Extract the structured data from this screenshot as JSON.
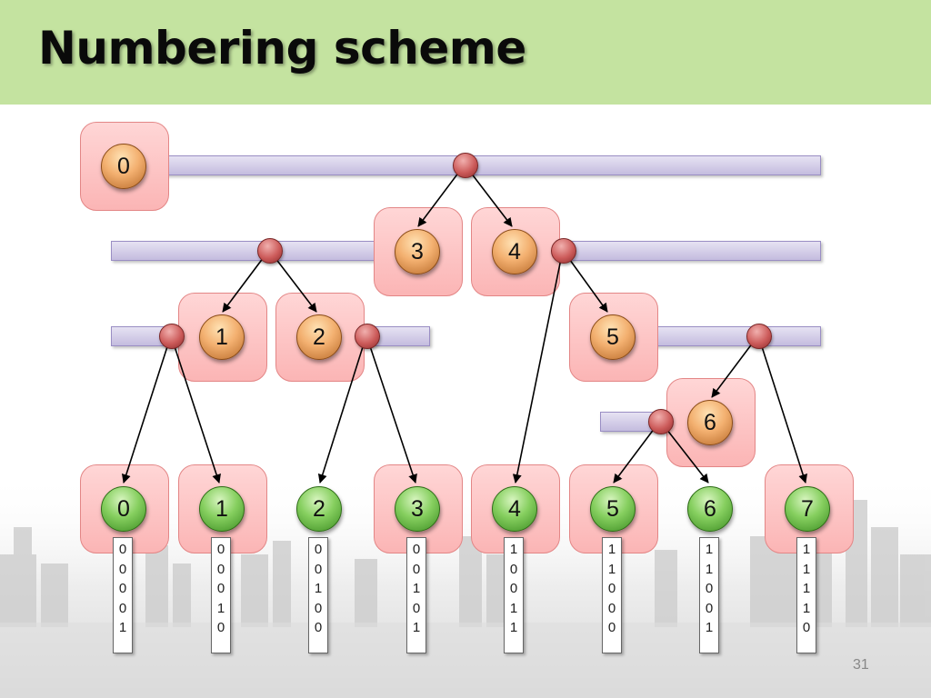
{
  "slide": {
    "title": "Numbering scheme",
    "page_number": "31"
  },
  "internal_nodes": [
    "0",
    "1",
    "2",
    "3",
    "4",
    "5",
    "6"
  ],
  "leaf_nodes": [
    "0",
    "1",
    "2",
    "3",
    "4",
    "5",
    "6",
    "7"
  ],
  "leaf_codes": [
    [
      "0",
      "0",
      "0",
      "0",
      "1"
    ],
    [
      "0",
      "0",
      "0",
      "1",
      "0"
    ],
    [
      "0",
      "0",
      "1",
      "0",
      "0"
    ],
    [
      "0",
      "0",
      "1",
      "0",
      "1"
    ],
    [
      "1",
      "0",
      "0",
      "1",
      "1"
    ],
    [
      "1",
      "1",
      "0",
      "0",
      "0"
    ],
    [
      "1",
      "1",
      "0",
      "0",
      "1"
    ],
    [
      "1",
      "1",
      "1",
      "1",
      "0"
    ]
  ],
  "colors": {
    "header": "#c4e3a0",
    "internal_node": "#f3b070",
    "leaf_node": "#86cf5f",
    "box": "#fbc0c0",
    "bar": "#d4cde9",
    "split_dot": "#cc5b5a"
  }
}
